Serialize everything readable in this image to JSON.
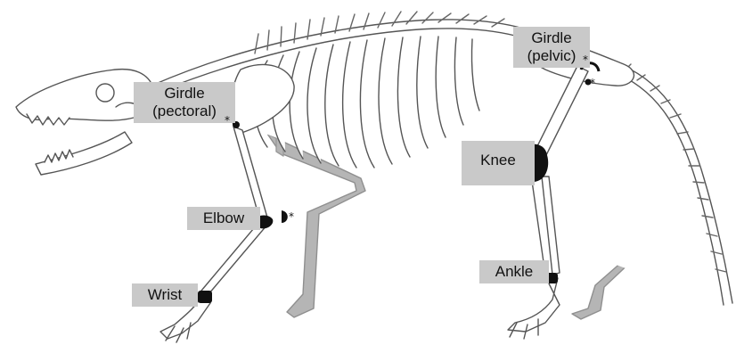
{
  "figure": {
    "labels": {
      "girdle_pectoral": {
        "line1": "Girdle",
        "line2": "(pectoral)"
      },
      "girdle_pelvic": {
        "line1": "Girdle",
        "line2": "(pelvic)"
      },
      "knee": "Knee",
      "elbow": "Elbow",
      "wrist": "Wrist",
      "ankle": "Ankle",
      "asterisk": "*"
    },
    "colors": {
      "joint": "#111111",
      "far_limb": "#b5b5b5",
      "bone_outline": "#555555",
      "label_background": "#c9c9c9"
    }
  }
}
